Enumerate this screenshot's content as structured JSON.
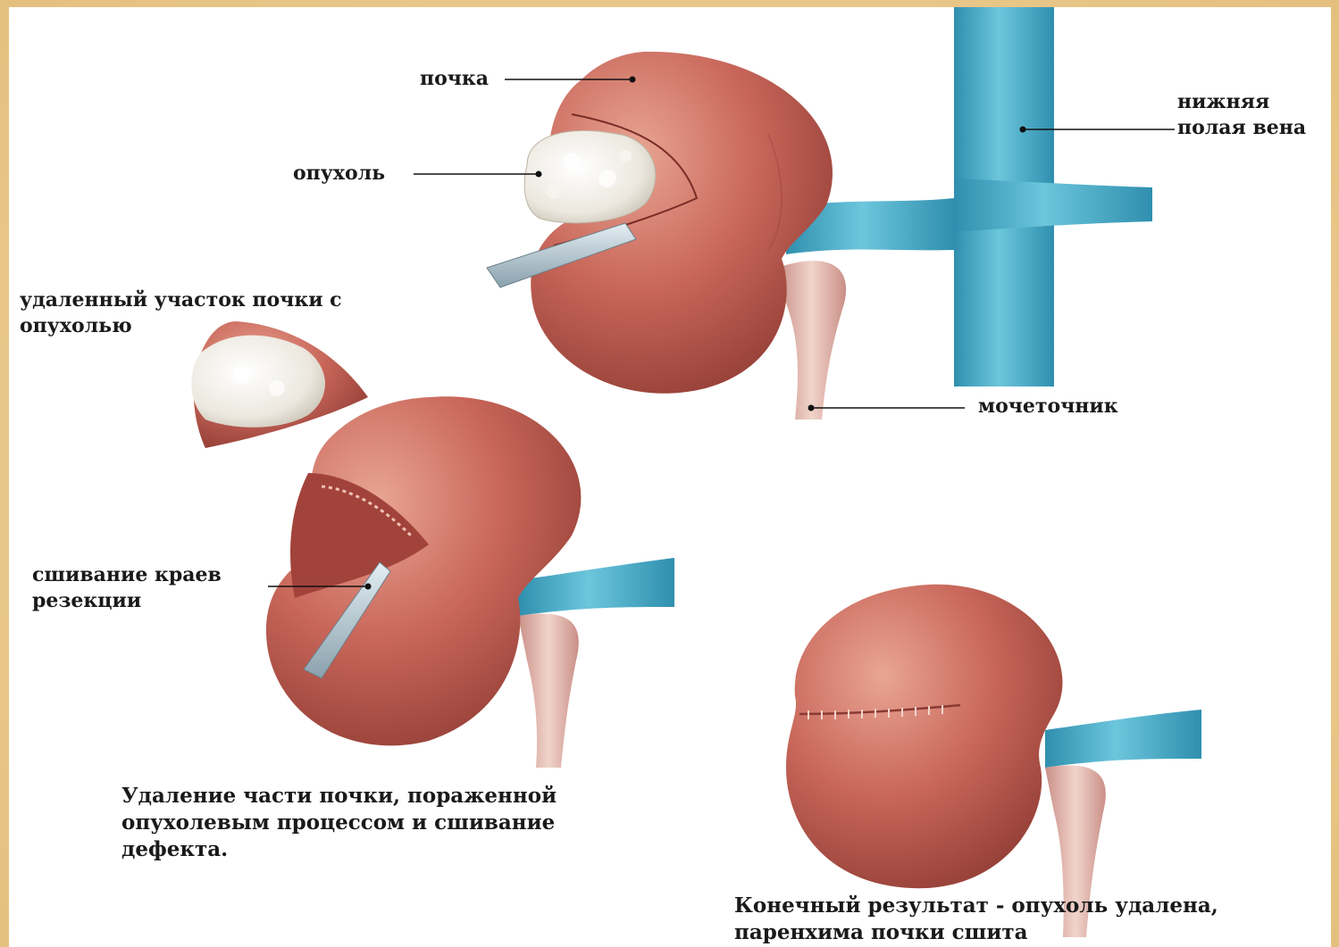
{
  "labels": {
    "kidney": "почка",
    "tumor": "опухоль",
    "ivc_line1": "нижняя",
    "ivc_line2": "полая вена",
    "removed_line1": "удаленный участок почки с",
    "removed_line2": "опухолью",
    "ureter": "мочеточник",
    "suturing_line1": "сшивание краев",
    "suturing_line2": "резекции"
  },
  "captions": {
    "step_line1": "Удаление части почки, пораженной",
    "step_line2": "опухолевым процессом и сшивание",
    "step_line3": "дефекта.",
    "result_line1": "Конечный результат - опухоль удалена,",
    "result_line2": "паренхима почки сшита"
  },
  "colors": {
    "kidney": "#c8665a",
    "vein": "#4fb0c9",
    "artery": "#d96b72",
    "tumor": "#f0ede6",
    "frame": "#e9c98a"
  }
}
